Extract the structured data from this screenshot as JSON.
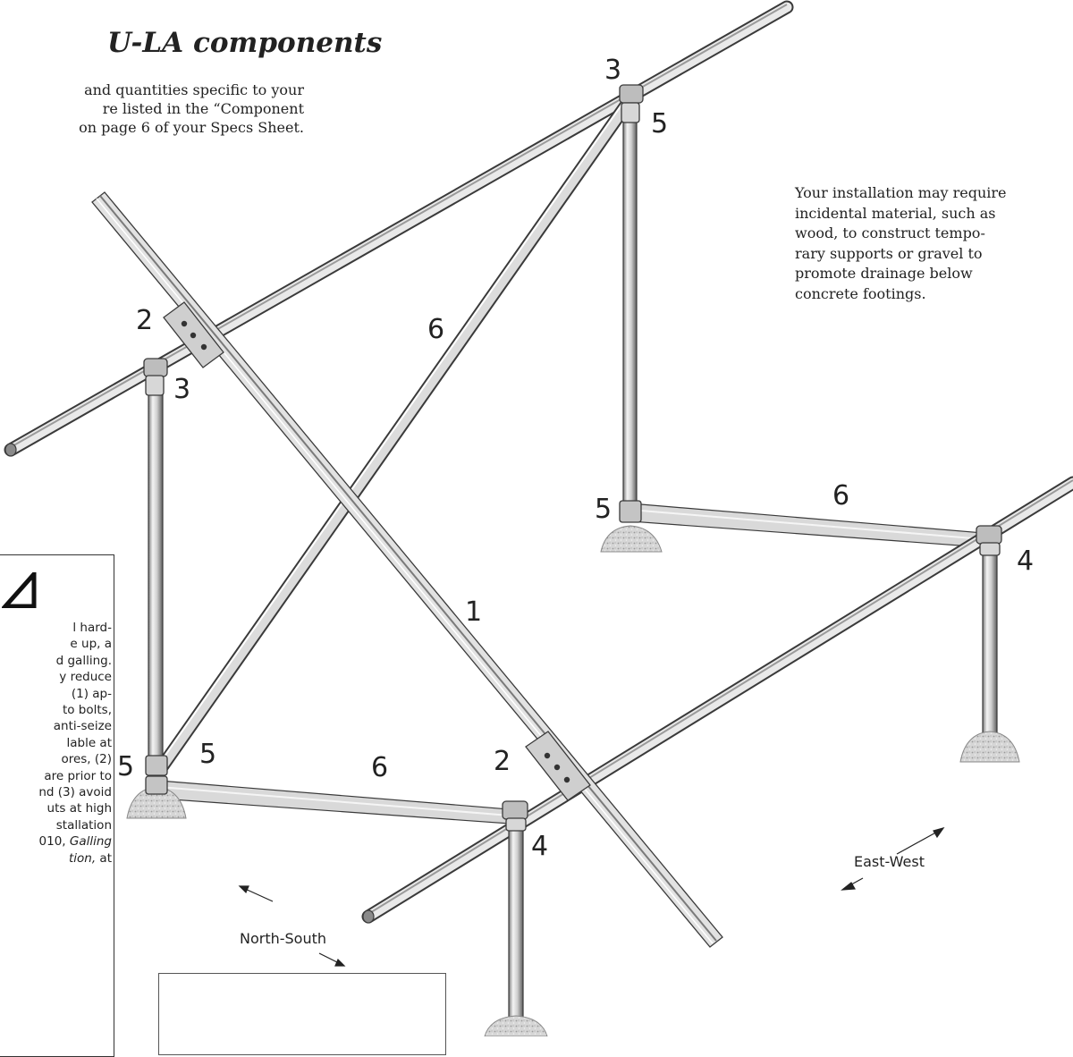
{
  "title": "U-LA components",
  "intro": {
    "line1": "and quantities specific to your",
    "line2": "re listed in the “Component",
    "line3": "on page 6 of your Specs Sheet."
  },
  "note": {
    "line1": "Your installation may require",
    "line2": "incidental material, such as",
    "line3": "wood, to construct tempo-",
    "line4": "rary supports or gravel to",
    "line5": "promote drainage below",
    "line6": "concrete footings."
  },
  "warning": {
    "icon": "warning-triangle-icon",
    "lines": [
      "l hard-",
      "e up, a",
      "d galling.",
      "y reduce",
      "(1) ap-",
      "to bolts,",
      "anti-seize",
      "lable at",
      "ores, (2)",
      "are prior to",
      "nd (3) avoid",
      "uts at high",
      "stallation",
      "010,",
      "Galling",
      "tion,",
      "at"
    ]
  },
  "callouts": {
    "c3_top": "3",
    "c5_top": "5",
    "c2_left": "2",
    "c3_left": "3",
    "c6_diag": "6",
    "c5_right": "5",
    "c6_right": "6",
    "c4_right": "4",
    "c1": "1",
    "c5_bl": "5",
    "c5_bl2": "5",
    "c6_bottom": "6",
    "c2_bottom": "2",
    "c4_bottom": "4"
  },
  "directions": {
    "east_west": "East-West",
    "north_south": "North-South"
  },
  "colors": {
    "text": "#222222",
    "steel_light": "#e6e6e6",
    "steel_mid": "#bdbdbd",
    "steel_dark": "#6e6e6e",
    "outline": "#3a3a3a",
    "concrete": "#d2d2d2"
  }
}
